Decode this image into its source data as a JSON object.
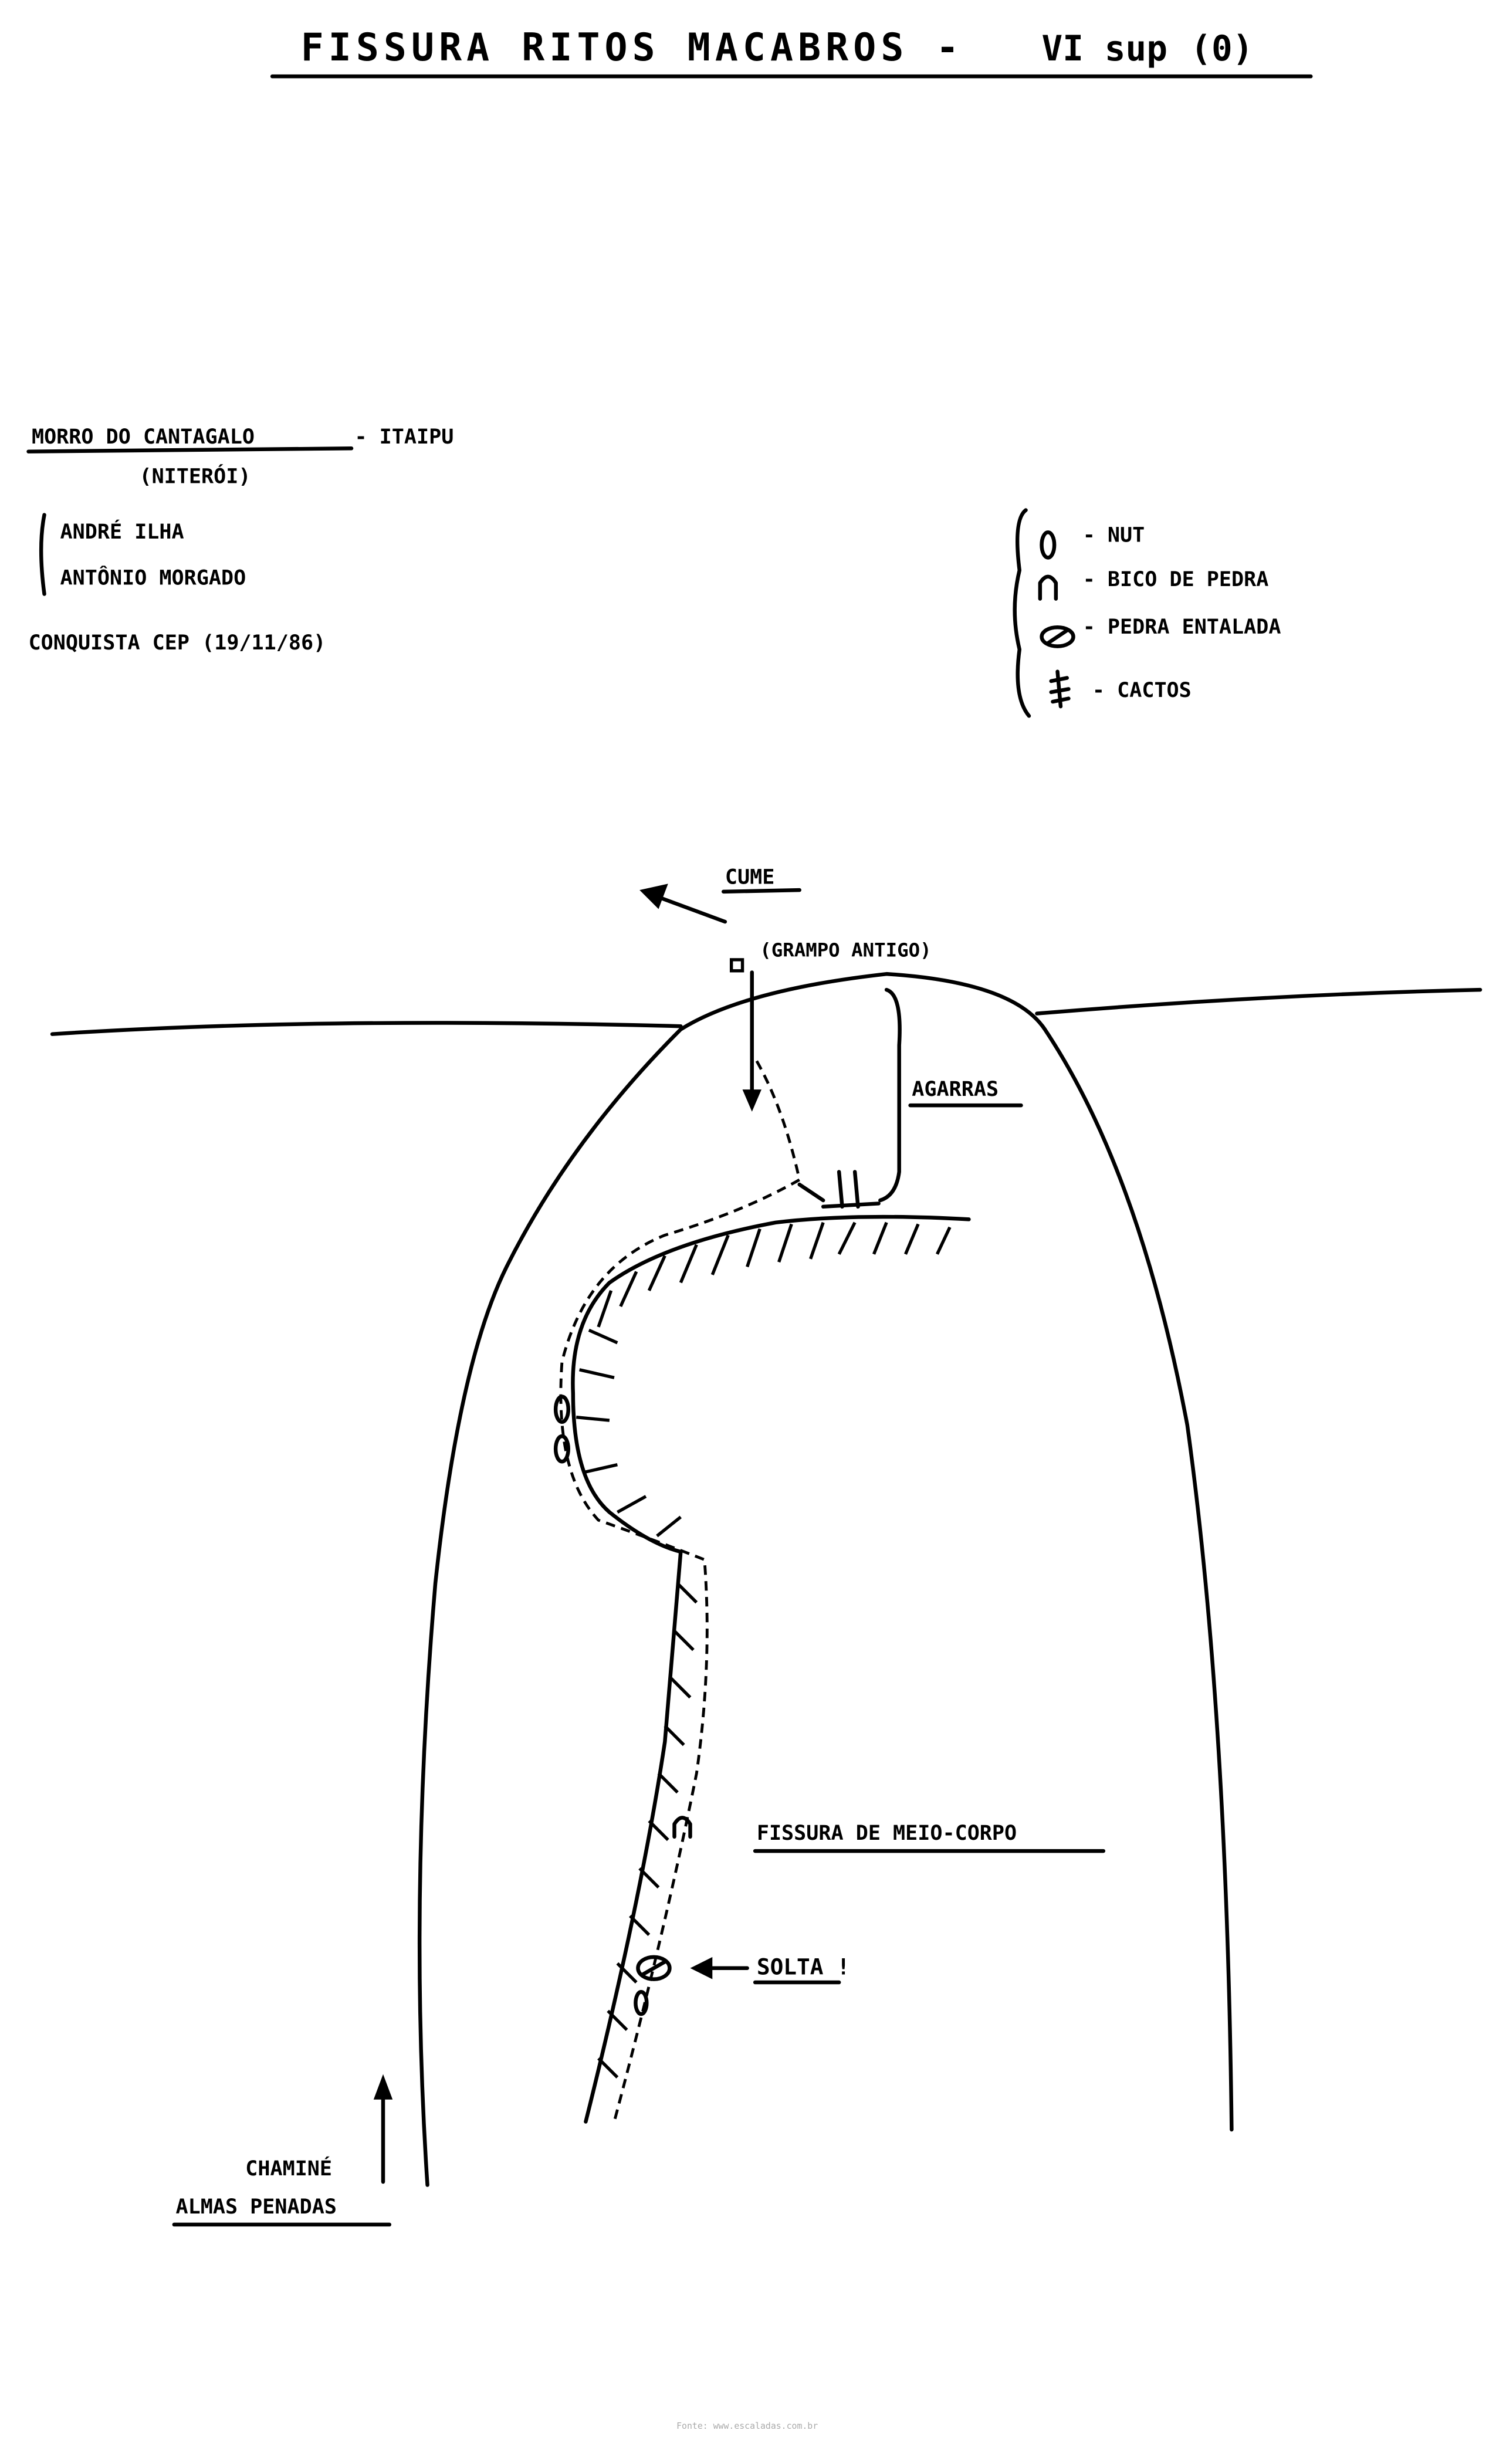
{
  "title": {
    "route": "FISSURA RITOS MACABROS -",
    "grade": "VI sup",
    "protection": "(0)"
  },
  "info": {
    "location": "MORRO DO CANTAGALO",
    "location_sep": "- ITAIPU",
    "city": "(NITERÓI)",
    "climbers": [
      "ANDRÉ ILHA",
      "ANTÔNIO MORGADO"
    ],
    "first_ascent": "CONQUISTA CEP (19/11/86)"
  },
  "legend": {
    "items": [
      {
        "icon": "nut-icon",
        "label": "- NUT"
      },
      {
        "icon": "rock-horn-icon",
        "label": "- BICO DE PEDRA"
      },
      {
        "icon": "chockstone-icon",
        "label": "- PEDRA ENTALADA"
      },
      {
        "icon": "cactus-icon",
        "label": "- CACTOS"
      }
    ]
  },
  "labels": {
    "summit": "CUME",
    "old_bolt": "(GRAMPO ANTIGO)",
    "holds": "AGARRAS",
    "crack": "FISSURA DE MEIO-CORPO",
    "loose": "SOLTA !",
    "chimney_1": "CHAMINÉ",
    "chimney_2": "ALMAS PENADAS"
  },
  "footer": "Fonte: www.escaladas.com.br"
}
